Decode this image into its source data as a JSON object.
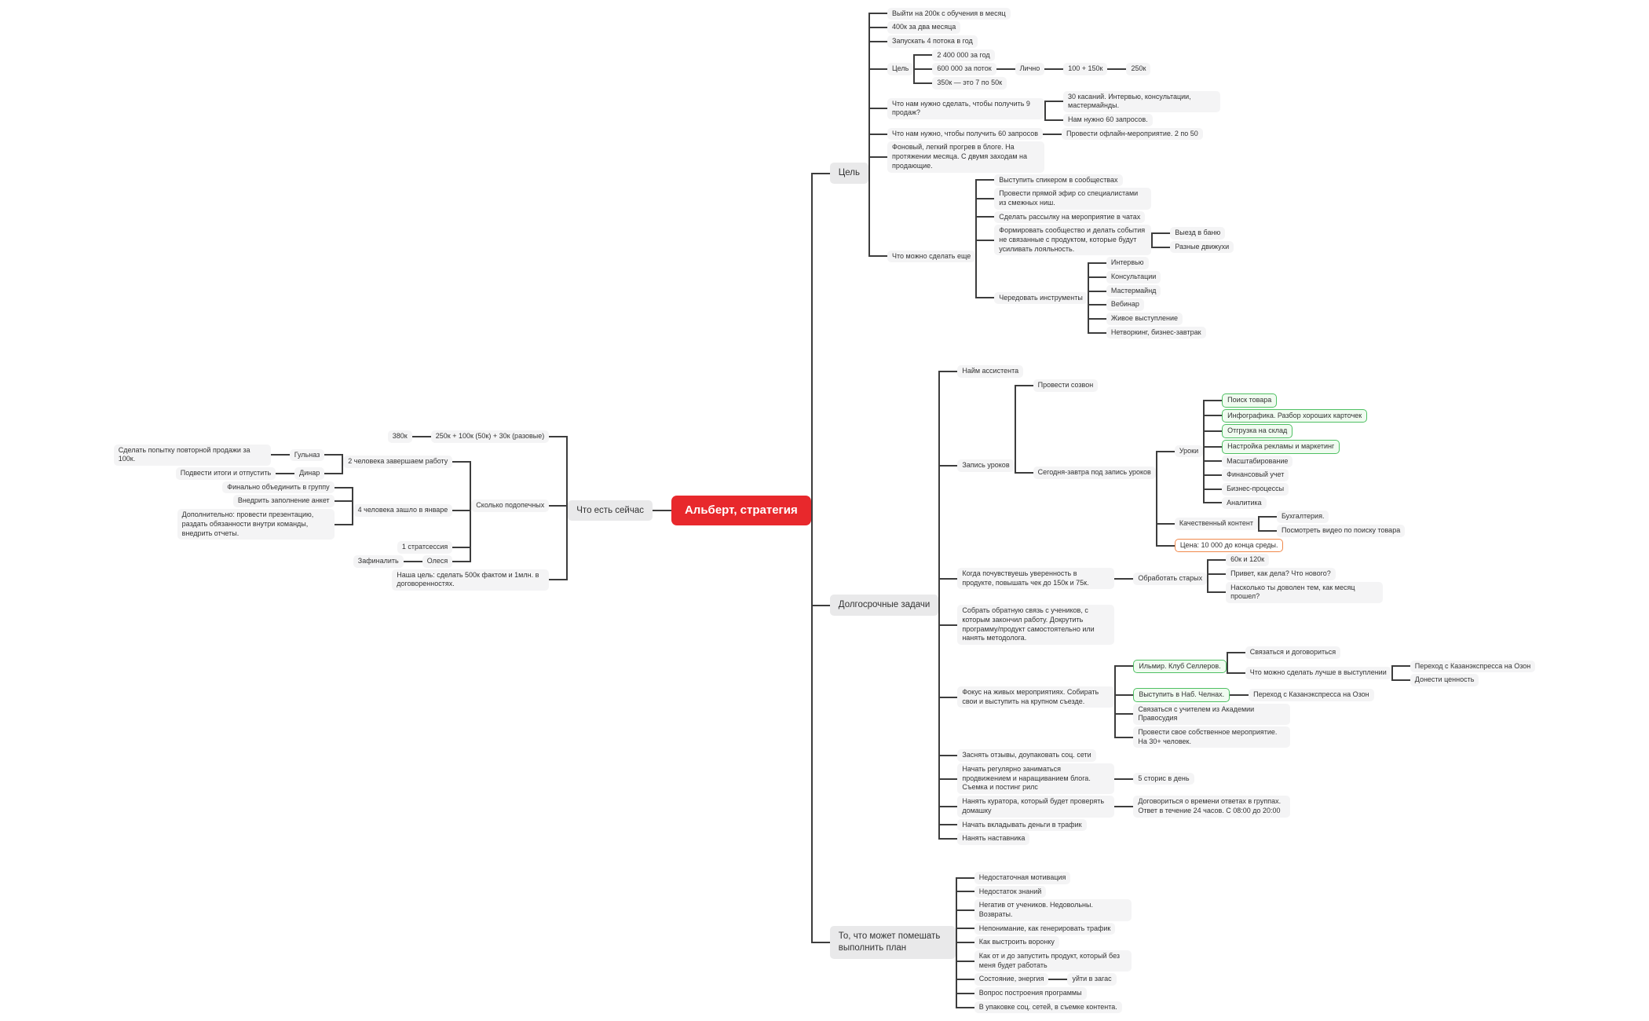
{
  "colors": {
    "root_bg": "#e8282c",
    "root_text": "#ffffff",
    "branch_bg": "#e9e9ea",
    "node_bg": "#f4f4f5",
    "node_text": "#333333",
    "line": "#3d3d3d",
    "green_border": "#4fc063",
    "green_bg": "#f0fbf0",
    "orange_border": "#f0884a"
  },
  "tree": {
    "label": "Альберт, стратегия",
    "style": "root",
    "left": [
      {
        "label": "Что есть сейчас",
        "style": "branch",
        "children": [
          {
            "label": "250к + 100к (50к) + 30к (разовые)",
            "children": [
              {
                "label": "380к"
              }
            ]
          },
          {
            "label": "Сколько подопечных",
            "children": [
              {
                "label": "2 человека завершаем работу",
                "children": [
                  {
                    "label": "Гульназ",
                    "children": [
                      {
                        "label": "Сделать попытку повторной продажи за 100к."
                      }
                    ]
                  },
                  {
                    "label": "Динар",
                    "children": [
                      {
                        "label": "Подвести итоги и отпустить"
                      }
                    ]
                  }
                ]
              },
              {
                "label": "4 человека зашло в январе",
                "children": [
                  {
                    "label": "Финально объединить в группу"
                  },
                  {
                    "label": "Внедрить заполнение анкет"
                  },
                  {
                    "label": "Дополнительно: провести презентацию, раздать обязанности внутри команды, внедрить отчеты."
                  }
                ]
              },
              {
                "label": "1 стратсессия"
              },
              {
                "label": "Олеся",
                "children": [
                  {
                    "label": "Зафиналить"
                  }
                ]
              }
            ]
          },
          {
            "label": "Наша цель: сделать 500к фактом и 1млн. в договоренностях."
          }
        ]
      }
    ],
    "right": [
      {
        "label": "Цель",
        "style": "branch",
        "children": [
          {
            "label": "Выйти на 200к с обучения в месяц"
          },
          {
            "label": "400к за два месяца"
          },
          {
            "label": "Запускать 4 потока в год"
          },
          {
            "label": "Цель",
            "children": [
              {
                "label": "2 400 000 за год"
              },
              {
                "label": "600 000 за поток",
                "children": [
                  {
                    "label": "Лично",
                    "children": [
                      {
                        "label": "100 + 150к",
                        "children": [
                          {
                            "label": "250к"
                          }
                        ]
                      }
                    ]
                  }
                ]
              },
              {
                "label": "350к — это 7 по 50к"
              }
            ]
          },
          {
            "label": "Что нам нужно сделать, чтобы получить 9 продаж?",
            "children": [
              {
                "label": "30 касаний. Интервью, консультации, мастермайнды."
              },
              {
                "label": "Нам нужно 60 запросов."
              }
            ]
          },
          {
            "label": "Что нам нужно, чтобы получить 60 запросов",
            "children": [
              {
                "label": "Провести офлайн-мероприятие. 2 по 50"
              }
            ]
          },
          {
            "label": "Фоновый, легкий прогрев в блоге. На протяжении месяца. С двумя заходам на продающие."
          },
          {
            "label": "Что можно сделать еще",
            "children": [
              {
                "label": "Выступить спикером в сообществах"
              },
              {
                "label": "Провести прямой эфир со специалистами из смежных ниш."
              },
              {
                "label": "Сделать рассылку на мероприятие в чатах"
              },
              {
                "label": "Формировать сообщество и делать события не связанные с продуктом, которые будут усиливать лояльность.",
                "children": [
                  {
                    "label": "Выезд в баню"
                  },
                  {
                    "label": "Разные движухи"
                  }
                ]
              },
              {
                "label": "Чередовать инструменты",
                "children": [
                  {
                    "label": "Интервью"
                  },
                  {
                    "label": "Консультации"
                  },
                  {
                    "label": "Мастермайнд"
                  },
                  {
                    "label": "Вебинар"
                  },
                  {
                    "label": "Живое выступление"
                  },
                  {
                    "label": "Нетворкинг, бизнес-завтрак"
                  }
                ]
              }
            ]
          }
        ]
      },
      {
        "label": "Долгосрочные задачи",
        "style": "branch",
        "children": [
          {
            "label": "Найм ассистента"
          },
          {
            "label": "Запись уроков",
            "children": [
              {
                "label": "Провести созвон"
              },
              {
                "label": "Сегодня-завтра под запись уроков",
                "children": [
                  {
                    "label": "Уроки",
                    "children": [
                      {
                        "label": "Поиск товара",
                        "style": "green"
                      },
                      {
                        "label": "Инфографика. Разбор хороших карточек",
                        "style": "green"
                      },
                      {
                        "label": "Отгрузка на склад",
                        "style": "green"
                      },
                      {
                        "label": "Настройка рекламы и маркетинг",
                        "style": "green"
                      },
                      {
                        "label": "Масштабирование"
                      },
                      {
                        "label": "Финансовый учет"
                      },
                      {
                        "label": "Бизнес-процессы"
                      },
                      {
                        "label": "Аналитика"
                      }
                    ]
                  },
                  {
                    "label": "Качественный контент",
                    "children": [
                      {
                        "label": "Бухгалтерия."
                      },
                      {
                        "label": "Посмотреть видео по поиску товара"
                      }
                    ]
                  },
                  {
                    "label": "Цена: 10 000 до конца среды.",
                    "style": "orange"
                  }
                ]
              }
            ]
          },
          {
            "label": "Когда почувствуешь уверенность в продукте, повышать чек до 150к и 75к.",
            "children": [
              {
                "label": "Обработать старых",
                "children": [
                  {
                    "label": "60к и 120к"
                  },
                  {
                    "label": "Привет, как дела? Что нового?"
                  },
                  {
                    "label": "Насколько ты доволен тем, как месяц прошел?"
                  }
                ]
              }
            ]
          },
          {
            "label": "Собрать обратную связь с учеников, с которым закончил работу. Докрутить программу/продукт самостоятельно или нанять методолога."
          },
          {
            "label": "Фокус на живых мероприятиях. Собирать свои и выступить на крупном съезде.",
            "children": [
              {
                "label": "Ильмир. Клуб Селлеров.",
                "style": "green",
                "children": [
                  {
                    "label": "Связаться и договориться"
                  },
                  {
                    "label": "Что можно сделать лучше в выступлении",
                    "children": [
                      {
                        "label": "Переход с Казанэкспресса на Озон"
                      },
                      {
                        "label": "Донести ценность"
                      }
                    ]
                  }
                ]
              },
              {
                "label": "Выступить в Наб. Челнах.",
                "style": "green",
                "children": [
                  {
                    "label": "Переход с Казанэкспресса на Озон"
                  }
                ]
              },
              {
                "label": "Связаться с учителем из Академии Правосудия"
              },
              {
                "label": "Провести свое собственное мероприятие. На 30+ человек."
              }
            ]
          },
          {
            "label": "Заснять отзывы, доупаковать соц. сети"
          },
          {
            "label": "Начать регулярно заниматься продвижением и наращиванием блога. Съемка и постинг рилс",
            "children": [
              {
                "label": "5 сторис в день"
              }
            ]
          },
          {
            "label": "Нанять куратора, который будет проверять домашку",
            "children": [
              {
                "label": "Договориться о времени ответах в группах. Ответ в течение 24 часов. С 08:00 до 20:00"
              }
            ]
          },
          {
            "label": "Начать вкладывать деньги в трафик"
          },
          {
            "label": "Нанять наставника"
          }
        ]
      },
      {
        "label": "То, что может помешать выполнить план",
        "style": "branch",
        "children": [
          {
            "label": "Недостаточная мотивация"
          },
          {
            "label": "Недостаток знаний"
          },
          {
            "label": "Негатив от учеников. Недовольны. Возвраты."
          },
          {
            "label": "Непонимание, как генерировать трафик"
          },
          {
            "label": "Как выстроить воронку"
          },
          {
            "label": "Как от и до запустить продукт, который без меня будет работать"
          },
          {
            "label": "Состояние, энергия",
            "children": [
              {
                "label": "уйти в загас"
              }
            ]
          },
          {
            "label": "Вопрос построения программы"
          },
          {
            "label": "В упаковке соц. сетей, в съемке контента."
          }
        ]
      }
    ]
  }
}
